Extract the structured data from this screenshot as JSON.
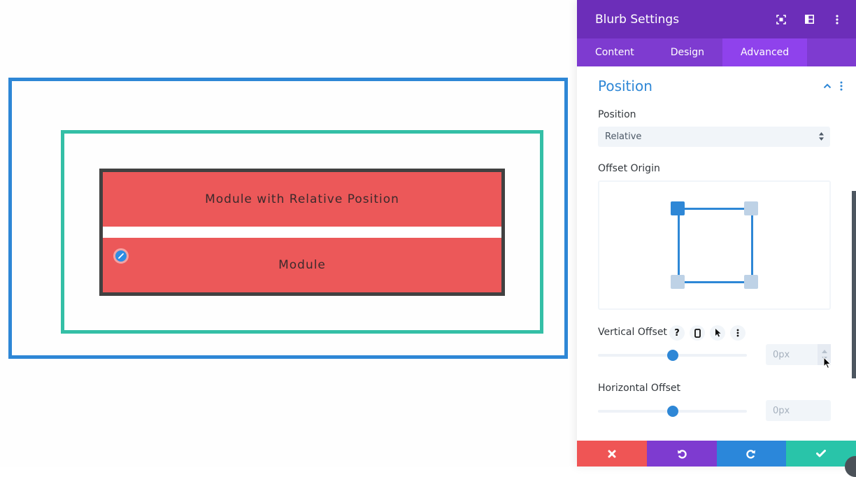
{
  "canvas": {
    "modules": [
      {
        "label": "Module with Relative Position"
      },
      {
        "label": "Module"
      }
    ],
    "colors": {
      "section_border": "#2e87d6",
      "row_border": "#34bfa6",
      "column_border": "#414141",
      "module_bg": "#ec5859"
    },
    "edit_icon": "pencil-icon"
  },
  "panel": {
    "title": "Blurb Settings",
    "header_icons": [
      "expand-icon",
      "sidebar-layout-icon",
      "more-vertical-icon"
    ],
    "tabs": [
      {
        "label": "Content",
        "active": false
      },
      {
        "label": "Design",
        "active": false
      },
      {
        "label": "Advanced",
        "active": true
      }
    ],
    "group": {
      "title": "Position",
      "position_field": {
        "label": "Position",
        "value": "Relative"
      },
      "offset_origin": {
        "label": "Offset Origin",
        "selected": "top-left",
        "options": [
          "top-left",
          "top-right",
          "bottom-left",
          "bottom-right"
        ]
      },
      "vertical_offset": {
        "label": "Vertical Offset",
        "value": "0px",
        "slider_percent": 50,
        "option_icons": [
          "help-icon",
          "responsive-phone-icon",
          "hover-cursor-icon",
          "more-vertical-icon"
        ]
      },
      "horizontal_offset": {
        "label": "Horizontal Offset",
        "value": "0px",
        "slider_percent": 50
      }
    },
    "footer": [
      {
        "action": "discard",
        "icon": "close-icon",
        "color": "#ef5555"
      },
      {
        "action": "undo",
        "icon": "undo-icon",
        "color": "#7e3bd0"
      },
      {
        "action": "redo",
        "icon": "redo-icon",
        "color": "#2b87da"
      },
      {
        "action": "save",
        "icon": "check-icon",
        "color": "#29c4a9"
      }
    ],
    "colors": {
      "header_bg": "#6c2eb9",
      "tabs_bg": "#7e3bd0",
      "active_tab_bg": "#8f42ec",
      "accent": "#2e87d6"
    }
  }
}
